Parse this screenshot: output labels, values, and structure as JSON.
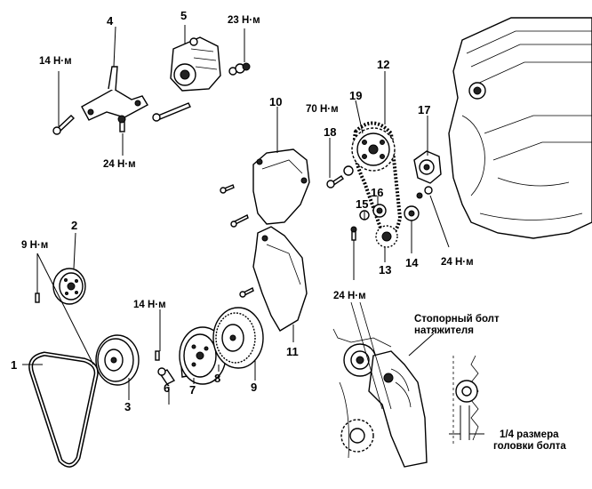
{
  "callouts": {
    "p1": "1",
    "p2": "2",
    "p3": "3",
    "p4": "4",
    "p5": "5",
    "p6": "6",
    "p7": "7",
    "p8": "8",
    "p9": "9",
    "p10": "10",
    "p11": "11",
    "p12": "12",
    "p13": "13",
    "p14": "14",
    "p15": "15",
    "p16": "16",
    "p17": "17",
    "p18": "18",
    "p19": "19"
  },
  "torques": {
    "t14_top": "14 Н·м",
    "t23": "23 Н·м",
    "t24_left": "24 Н·м",
    "t70": "70 Н·м",
    "t9": "9 Н·м",
    "t14_mid": "14 Н·м",
    "t24_right": "24 Н·м",
    "t24_bottom": "24 Н·м"
  },
  "captions": {
    "lock_bolt_line1": "Стопорный болт",
    "lock_bolt_line2": "натяжителя",
    "quarter_line1": "1/4 размера",
    "quarter_line2": "головки болта"
  }
}
